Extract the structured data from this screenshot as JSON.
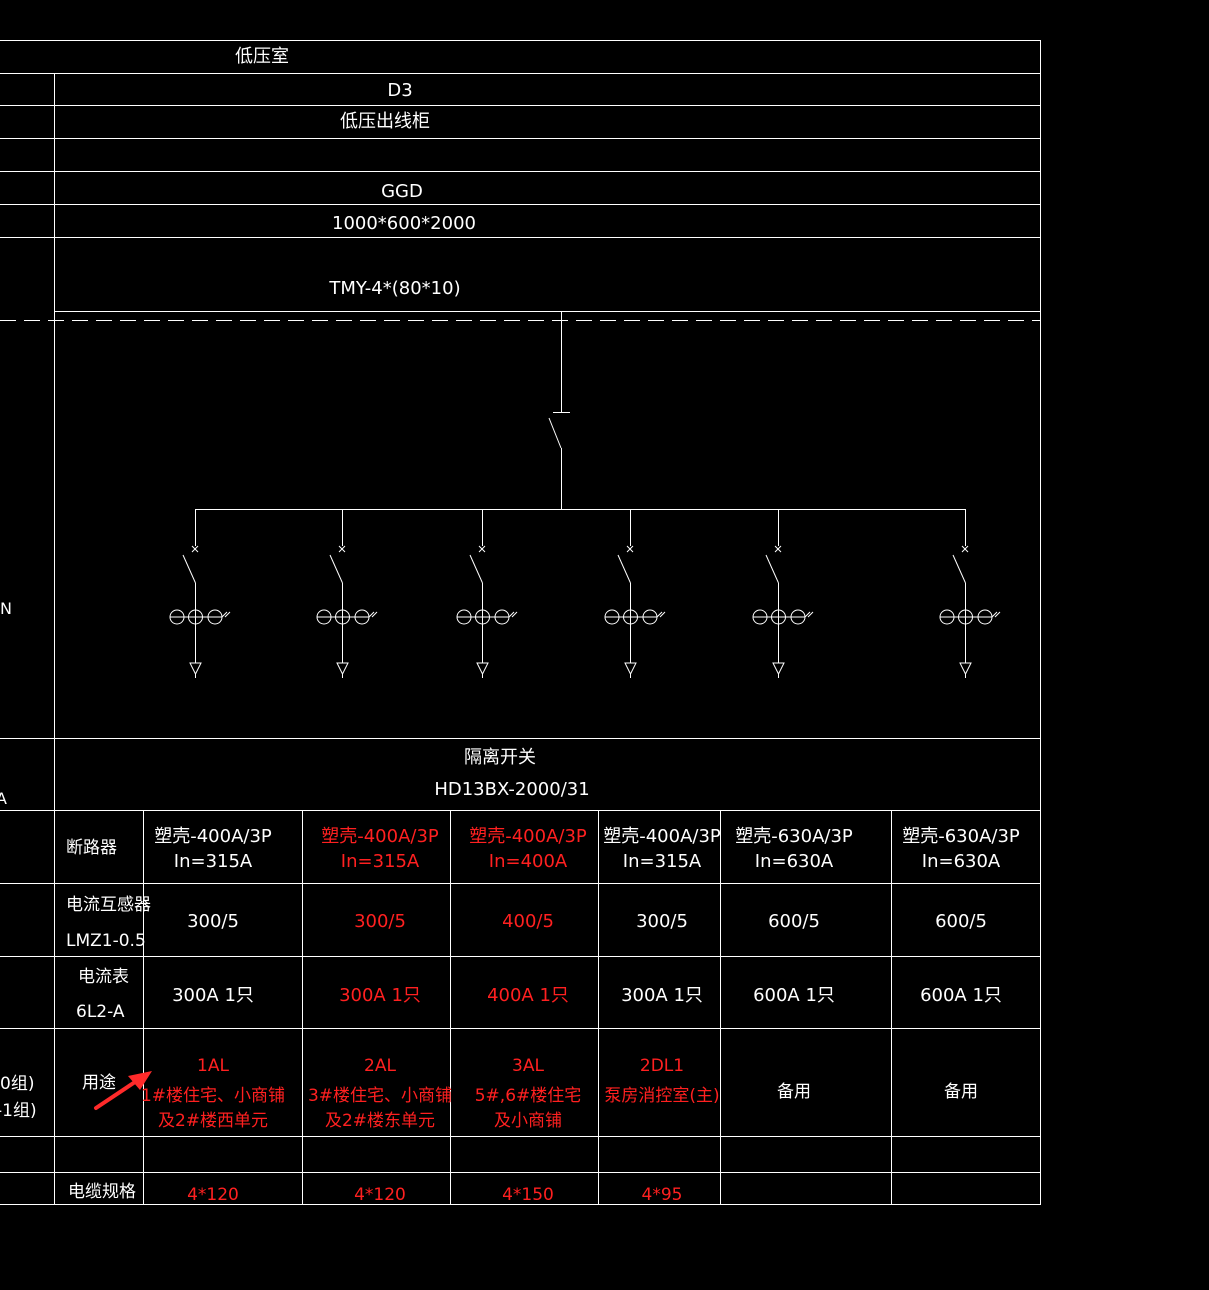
{
  "colors": {
    "background": "#000000",
    "line": "#ffffff",
    "highlight": "#ff2020",
    "arrow": "#ff2a2a"
  },
  "header": {
    "room": "低压室",
    "cabinet_no": "D3",
    "cabinet_name": "低压出线柜",
    "cabinet_model": "GGD",
    "dimensions": "1000*600*2000",
    "busbar": "TMY-4*(80*10)"
  },
  "left_edge_fragments": [
    "N",
    "A",
    "0组)",
    "-1组)"
  ],
  "isolator": {
    "name": "隔离开关",
    "model": "HD13BX-2000/31"
  },
  "row_labels": {
    "breaker": "断路器",
    "ct_line1": "电流互感器",
    "ct_line2": "LMZ1-0.5",
    "ammeter_line1": "电流表",
    "ammeter_line2": "6L2-A",
    "usage": "用途",
    "cable": "电缆规格"
  },
  "circuits": [
    {
      "breaker1": "塑壳-400A/3P",
      "breaker2": "In=315A",
      "ct": "300/5",
      "ammeter": "300A 1只",
      "usage": [
        "1AL",
        "1#楼住宅、小商铺",
        "及2#楼西单元"
      ],
      "cable": "4*120",
      "highlight": true
    },
    {
      "breaker1": "塑壳-400A/3P",
      "breaker2": "In=315A",
      "ct": "300/5",
      "ammeter": "300A 1只",
      "usage": [
        "2AL",
        "3#楼住宅、小商铺",
        "及2#楼东单元"
      ],
      "cable": "4*120",
      "highlight": true
    },
    {
      "breaker1": "塑壳-400A/3P",
      "breaker2": "In=400A",
      "ct": "400/5",
      "ammeter": "400A 1只",
      "usage": [
        "3AL",
        "5#,6#楼住宅",
        "及小商铺"
      ],
      "cable": "4*150",
      "highlight": true
    },
    {
      "breaker1": "塑壳-400A/3P",
      "breaker2": "In=315A",
      "ct": "300/5",
      "ammeter": "300A 1只",
      "usage": [
        "2DL1",
        "泵房消控室(主)"
      ],
      "cable": "4*95",
      "highlight": true
    },
    {
      "breaker1": "塑壳-630A/3P",
      "breaker2": "In=630A",
      "ct": "600/5",
      "ammeter": "600A 1只",
      "usage": [
        "备用"
      ],
      "cable": "",
      "highlight": false
    },
    {
      "breaker1": "塑壳-630A/3P",
      "breaker2": "In=630A",
      "ct": "600/5",
      "ammeter": "600A 1只",
      "usage": [
        "备用"
      ],
      "cable": "",
      "highlight": false
    }
  ]
}
